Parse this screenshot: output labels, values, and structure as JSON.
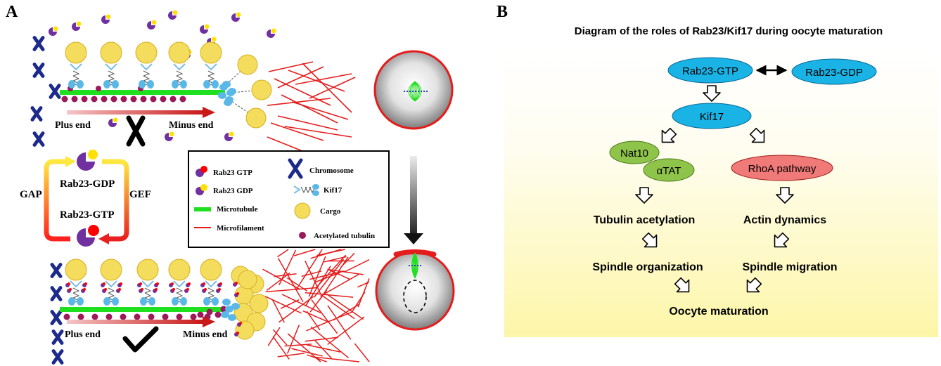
{
  "panel_a": {
    "letter": "A",
    "top": {
      "plus_end": "Plus end",
      "minus_end": "Minus end",
      "status": "cross"
    },
    "bottom": {
      "plus_end": "Plus end",
      "minus_end": "Minus end",
      "status": "check"
    },
    "cycle": {
      "gap": "GAP",
      "gef": "GEF",
      "gdp_state": "Rab23-GDP",
      "gtp_state": "Rab23-GTP"
    },
    "legend": {
      "rab23_gtp": "Rab23 GTP",
      "rab23_gdp": "Rab23 GDP",
      "microtubule": "Microtubule",
      "microfilament": "Microfilament",
      "chromosome": "Chromosome",
      "kif17": "Kif17",
      "cargo": "Cargo",
      "acetylated_tubulin": "Acetylated tubulin"
    }
  },
  "panel_b": {
    "letter": "B",
    "title": "Diagram of the roles of Rab23/Kif17 during oocyte maturation",
    "nodes": {
      "rab23_gtp": "Rab23-GTP",
      "rab23_gdp": "Rab23-GDP",
      "kif17": "Kif17",
      "nat10": "Nat10",
      "atat": "αTAT",
      "rhoa": "RhoA pathway",
      "tubulin_acetylation": "Tubulin acetylation",
      "actin_dynamics": "Actin dynamics",
      "spindle_organization": "Spindle organization",
      "spindle_migration": "Spindle migration",
      "oocyte_maturation": "Oocyte maturation"
    }
  },
  "colors": {
    "microtubule": "#1fe01f",
    "microfilament": "#e51c1c",
    "chromosome": "#1c2a8c",
    "cargo": "#f4dc5c",
    "acetylated_tubulin": "#9c1a5a",
    "rab_purple": "#7030a0",
    "gtp_red": "#ff0000",
    "gdp_yellow": "#ffe000",
    "node_blue": "#1ab3e6",
    "node_green": "#8fc44a",
    "node_red": "#f07a78",
    "panel_b_bg": "#fffac8"
  }
}
